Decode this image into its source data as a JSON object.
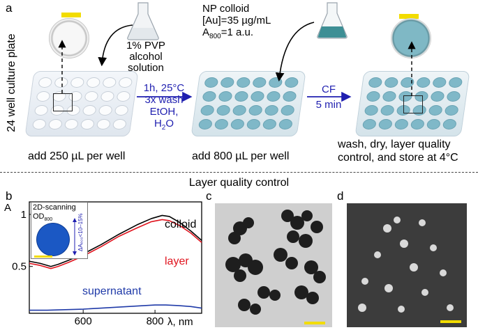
{
  "panel_a": {
    "label": "a",
    "side_label": "24 well culture plate",
    "pvp": {
      "line1": "1% PVP",
      "line2": "alcohol",
      "line3": "solution"
    },
    "colloid": {
      "line1": "NP colloid",
      "line2": "[Au]=35 µg/mL",
      "line3_main": "A",
      "line3_sub": "800",
      "line3_rest": "=1 a.u."
    },
    "step1": {
      "line1": "1h, 25°C",
      "line2": "3x wash",
      "line3": "EtOH,",
      "line4_main": "H",
      "line4_sub": "2",
      "line4_rest": "O"
    },
    "step2": {
      "line1": "CF",
      "line2": "5 min"
    },
    "caption_left": "add 250 µL per well",
    "caption_mid": "add 800 µL per well",
    "caption_right_1": "wash, dry,  layer quality",
    "caption_right_2": "control, and store at 4°C"
  },
  "section_title": "Layer quality control",
  "panel_b": {
    "label": "b",
    "inset": {
      "title": "2D-scanning",
      "od_main": "OD",
      "od_sub": "800",
      "delta_label": "ΔA₈₀₀<10–15%"
    }
  },
  "panel_c": {
    "label": "c"
  },
  "panel_d": {
    "label": "d"
  },
  "colors": {
    "blue_text": "#1f1fb0",
    "colloid": "#000000",
    "layer": "#e0141e",
    "supernatant": "#1f3aa8",
    "scalebar": "#f2dc00"
  },
  "chart_data": {
    "type": "line",
    "ylabel": "A",
    "xlabel": "λ, nm",
    "xticks": [
      "600",
      "800"
    ],
    "yticks": [
      "0.5",
      "1"
    ],
    "xlim": [
      450,
      930
    ],
    "ylim": [
      0.05,
      1.12
    ],
    "series": [
      {
        "name": "colloid",
        "color": "#000000",
        "x": [
          450,
          480,
          510,
          530,
          560,
          600,
          650,
          700,
          750,
          790,
          820,
          840,
          870,
          900,
          930
        ],
        "y": [
          0.55,
          0.53,
          0.5,
          0.52,
          0.56,
          0.62,
          0.71,
          0.81,
          0.9,
          0.96,
          0.99,
          0.98,
          0.92,
          0.84,
          0.75
        ]
      },
      {
        "name": "layer",
        "color": "#e0141e",
        "x": [
          450,
          480,
          510,
          530,
          560,
          600,
          650,
          700,
          750,
          790,
          820,
          840,
          870,
          900,
          930
        ],
        "y": [
          0.53,
          0.51,
          0.48,
          0.5,
          0.54,
          0.6,
          0.69,
          0.79,
          0.87,
          0.93,
          0.95,
          0.94,
          0.89,
          0.82,
          0.73
        ]
      },
      {
        "name": "supernatant",
        "color": "#1f3aa8",
        "x": [
          450,
          500,
          550,
          600,
          650,
          700,
          750,
          800,
          830,
          860,
          900,
          930
        ],
        "y": [
          0.08,
          0.08,
          0.085,
          0.09,
          0.1,
          0.11,
          0.12,
          0.13,
          0.13,
          0.125,
          0.115,
          0.1
        ]
      }
    ]
  }
}
